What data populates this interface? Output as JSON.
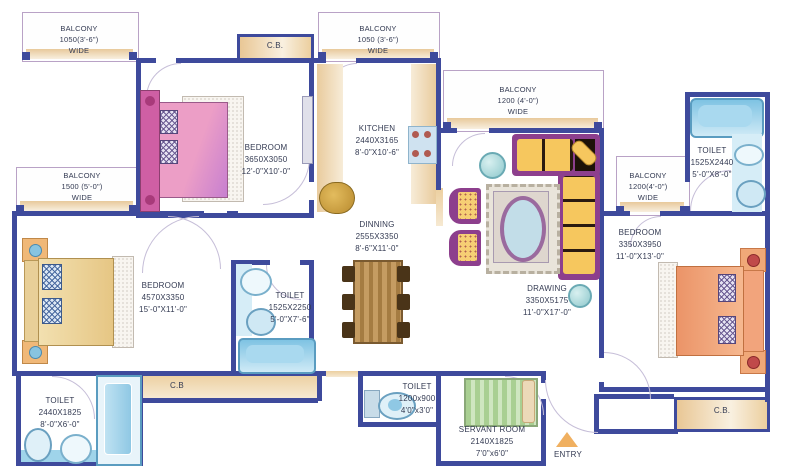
{
  "rooms": {
    "balcony_tl": {
      "name": "BALCONY",
      "dim": "1050(3'-6\")",
      "note": "WIDE"
    },
    "cb_top": {
      "name": "C.B."
    },
    "balcony_tm": {
      "name": "BALCONY",
      "dim": "1050 (3'-6\")",
      "note": "WIDE"
    },
    "bedroom_tl": {
      "name": "BEDROOM",
      "dim": "3650X3050",
      "note": "12'-0\"X10'-0\""
    },
    "kitchen": {
      "name": "KITCHEN",
      "dim": "2440X3165",
      "note": "8'-0\"X10'-6\""
    },
    "balcony_drawing": {
      "name": "BALCONY",
      "dim": "1200 (4'-0\")",
      "note": "WIDE"
    },
    "toilet_tr": {
      "name": "TOILET",
      "dim": "1525X2440",
      "note": "5'-0\"X8'-0\""
    },
    "balcony_right": {
      "name": "BALCONY",
      "dim": "1200(4'-0\")",
      "note": "WIDE"
    },
    "bedroom_right": {
      "name": "BEDROOM",
      "dim": "3350X3950",
      "note": "11'-0\"X13'-0\""
    },
    "balcony_left": {
      "name": "BALCONY",
      "dim": "1500 (5'-0\")",
      "note": "WIDE"
    },
    "bedroom_left": {
      "name": "BEDROOM",
      "dim": "4570X3350",
      "note": "15'-0\"X11'-0\""
    },
    "toilet_mid": {
      "name": "TOILET",
      "dim": "1525X2250",
      "note": "5'-0\"X7'-6\""
    },
    "dinning": {
      "name": "DINNING",
      "dim": "2555X3350",
      "note": "8'-6\"X11'-0\""
    },
    "drawing": {
      "name": "DRAWING",
      "dim": "3350X5175",
      "note": "11'-0\"X17'-0\""
    },
    "toilet_bl": {
      "name": "TOILET",
      "dim": "2440X1825",
      "note": "8'-0\"X6'-0\""
    },
    "cb_bl": {
      "name": "C.B"
    },
    "toilet_bm": {
      "name": "TOILET",
      "dim": "1200x900",
      "note": "4'0\"x3'0\""
    },
    "servant": {
      "name": "SERVANT ROOM",
      "dim": "2140X1825",
      "note": "7'0\"x6'0\""
    },
    "entry": {
      "name": "ENTRY"
    },
    "cb_br": {
      "name": "C.B."
    }
  },
  "colors": {
    "wall": "#3e4a9c",
    "balcony_line": "#b9a2c6",
    "beige": "#e2c08e",
    "fixture_blue": "#9fd4ea",
    "sofa_purple": "#8d3f8d",
    "cushion_yellow": "#f6c75e",
    "bed_pink": "#e891bc",
    "bed_tan": "#eeda9e",
    "bed_orange": "#f2a87c",
    "wood": "#b4895a",
    "servant_green": "#c5e0b2",
    "entry_arrow": "#f0b060"
  }
}
